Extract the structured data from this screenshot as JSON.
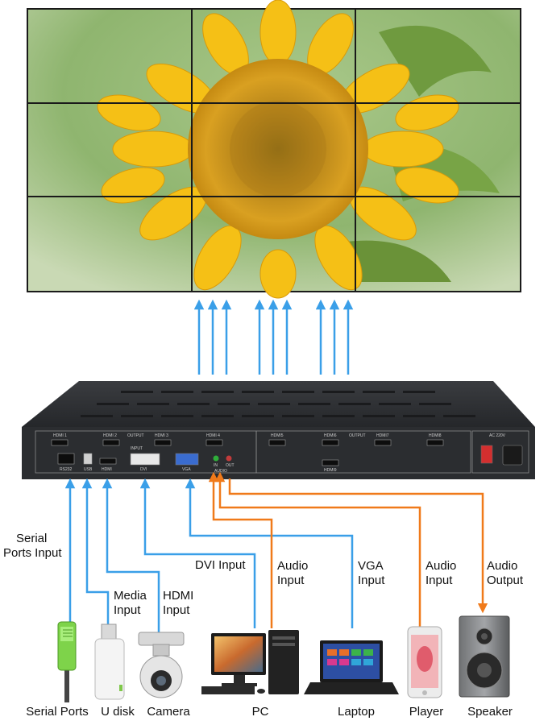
{
  "video_wall": {
    "label": ""
  },
  "processor": {
    "hdmi_out": [
      "HDMI 1",
      "HDMI 2",
      "HDMI 3",
      "HDMI 4",
      "HDMI5",
      "HDMI6",
      "HDMI7",
      "HDMI8",
      "HDMI9"
    ],
    "group_output_left": "OUTPUT",
    "group_output_right": "OUTPUT",
    "group_input": "INPUT",
    "port_rs232": "RS232",
    "port_usb": "USB",
    "port_hdmi": "HDMI",
    "port_dvi": "DVI",
    "port_vga": "VGA",
    "port_audio": "AUDIO",
    "port_in": "IN",
    "port_out": "OUT",
    "power": "AC 220V"
  },
  "connection_labels": {
    "serial": [
      "Serial",
      "Ports Input"
    ],
    "media": [
      "Media",
      "Input"
    ],
    "hdmi": [
      "HDMI",
      "Input"
    ],
    "dvi": "DVI Input",
    "audio_in_pc": [
      "Audio",
      "Input"
    ],
    "vga": [
      "VGA",
      "Input"
    ],
    "audio_in_player": [
      "Audio",
      "Input"
    ],
    "audio_out": [
      "Audio",
      "Output"
    ]
  },
  "devices": {
    "serial_ports": "Serial Ports",
    "u_disk": "U disk",
    "camera": "Camera",
    "pc": "PC",
    "laptop": "Laptop",
    "player": "Player",
    "speaker": "Speaker"
  },
  "colors": {
    "video_line": "#3a9fe8",
    "audio_line": "#f07a1a",
    "device_body": "#2b2d30"
  }
}
